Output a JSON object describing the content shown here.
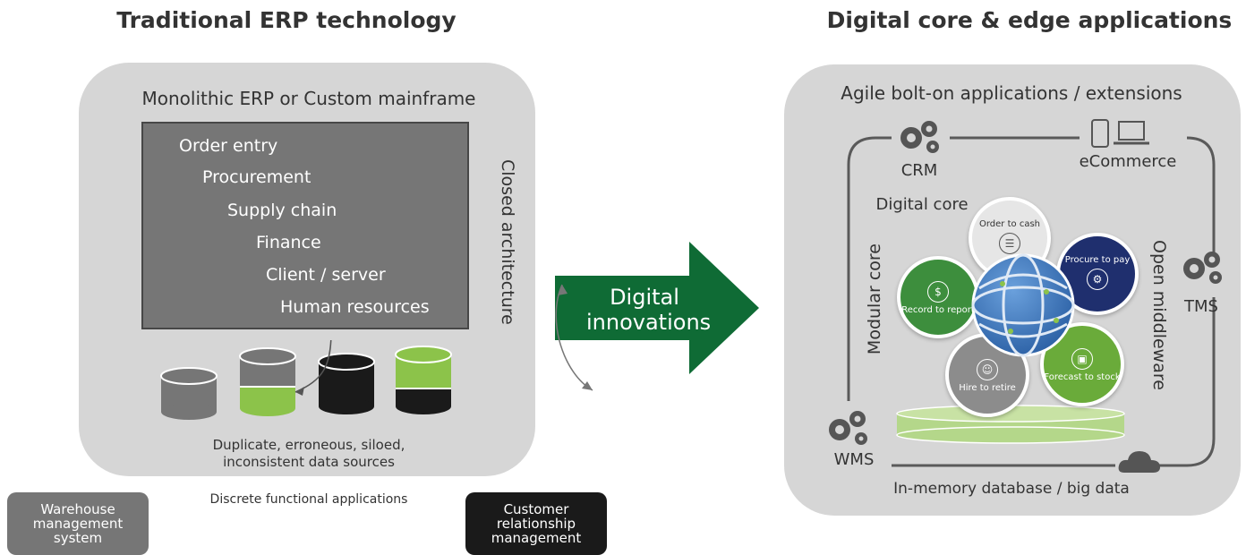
{
  "left": {
    "title": "Traditional ERP technology",
    "panel_title": "Monolithic ERP or Custom mainframe",
    "modules": [
      "Order entry",
      "Procurement",
      "Supply chain",
      "Finance",
      "Client / server",
      "Human resources"
    ],
    "side_label": "Closed architecture",
    "caption": "Duplicate, erroneous, siloed, inconsistent data sources",
    "discrete_label": "Discrete functional applications",
    "wms_box": "Warehouse management system",
    "crm_box": "Customer relationship management"
  },
  "arrow": {
    "label": "Digital innovations"
  },
  "right": {
    "title": "Digital core & edge applications",
    "panel_title": "Agile bolt-on applications / extensions",
    "crm": "CRM",
    "ecommerce": "eCommerce",
    "tms": "TMS",
    "wms": "WMS",
    "digital_core": "Digital core",
    "modular_core": "Modular core",
    "open_middleware": "Open middleware",
    "bottom_label": "In-memory database / big data",
    "processes": {
      "order_to_cash": "Order to cash",
      "procure_to_pay": "Procure to pay",
      "record_to_report": "Record to report",
      "hire_to_retire": "Hire to retire",
      "forecast_to_stock": "Forecast to stock"
    }
  },
  "colors": {
    "green_dark": "#0f6b35",
    "green_light": "#8cc34a",
    "navy": "#1f2f6e",
    "panel_gray": "#d6d6d6",
    "box_gray": "#767676",
    "black": "#1a1a1a"
  }
}
